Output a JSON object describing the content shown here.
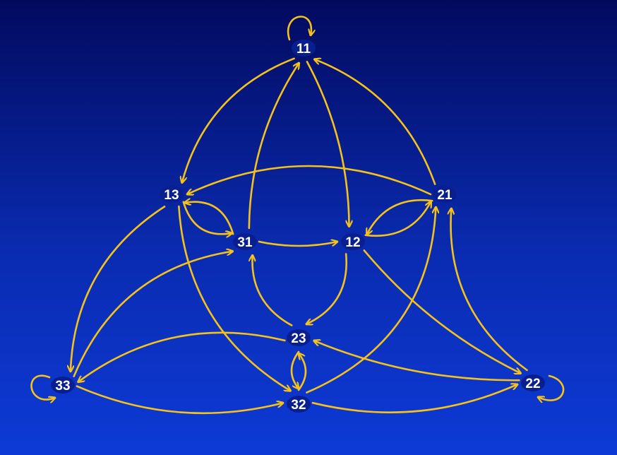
{
  "diagram": {
    "edge_color": "#f5c21b",
    "label_color": "#ffffff",
    "nodes": [
      {
        "id": "11",
        "label": "11"
      },
      {
        "id": "13",
        "label": "13"
      },
      {
        "id": "21",
        "label": "21"
      },
      {
        "id": "31",
        "label": "31"
      },
      {
        "id": "12",
        "label": "12"
      },
      {
        "id": "23",
        "label": "23"
      },
      {
        "id": "33",
        "label": "33"
      },
      {
        "id": "32",
        "label": "32"
      },
      {
        "id": "22",
        "label": "22"
      }
    ],
    "edges": [
      {
        "from": "11",
        "to": "11"
      },
      {
        "from": "22",
        "to": "22"
      },
      {
        "from": "33",
        "to": "33"
      },
      {
        "from": "11",
        "to": "13"
      },
      {
        "from": "11",
        "to": "12"
      },
      {
        "from": "21",
        "to": "11"
      },
      {
        "from": "31",
        "to": "11"
      },
      {
        "from": "21",
        "to": "13"
      },
      {
        "from": "31",
        "to": "13"
      },
      {
        "from": "13",
        "to": "31"
      },
      {
        "from": "31",
        "to": "12"
      },
      {
        "from": "21",
        "to": "12"
      },
      {
        "from": "12",
        "to": "21"
      },
      {
        "from": "13",
        "to": "33"
      },
      {
        "from": "13",
        "to": "32"
      },
      {
        "from": "33",
        "to": "31"
      },
      {
        "from": "23",
        "to": "31"
      },
      {
        "from": "12",
        "to": "23"
      },
      {
        "from": "12",
        "to": "22"
      },
      {
        "from": "22",
        "to": "21"
      },
      {
        "from": "32",
        "to": "21"
      },
      {
        "from": "22",
        "to": "23"
      },
      {
        "from": "23",
        "to": "33"
      },
      {
        "from": "23",
        "to": "32"
      },
      {
        "from": "32",
        "to": "23"
      },
      {
        "from": "33",
        "to": "32"
      },
      {
        "from": "32",
        "to": "22"
      }
    ]
  }
}
